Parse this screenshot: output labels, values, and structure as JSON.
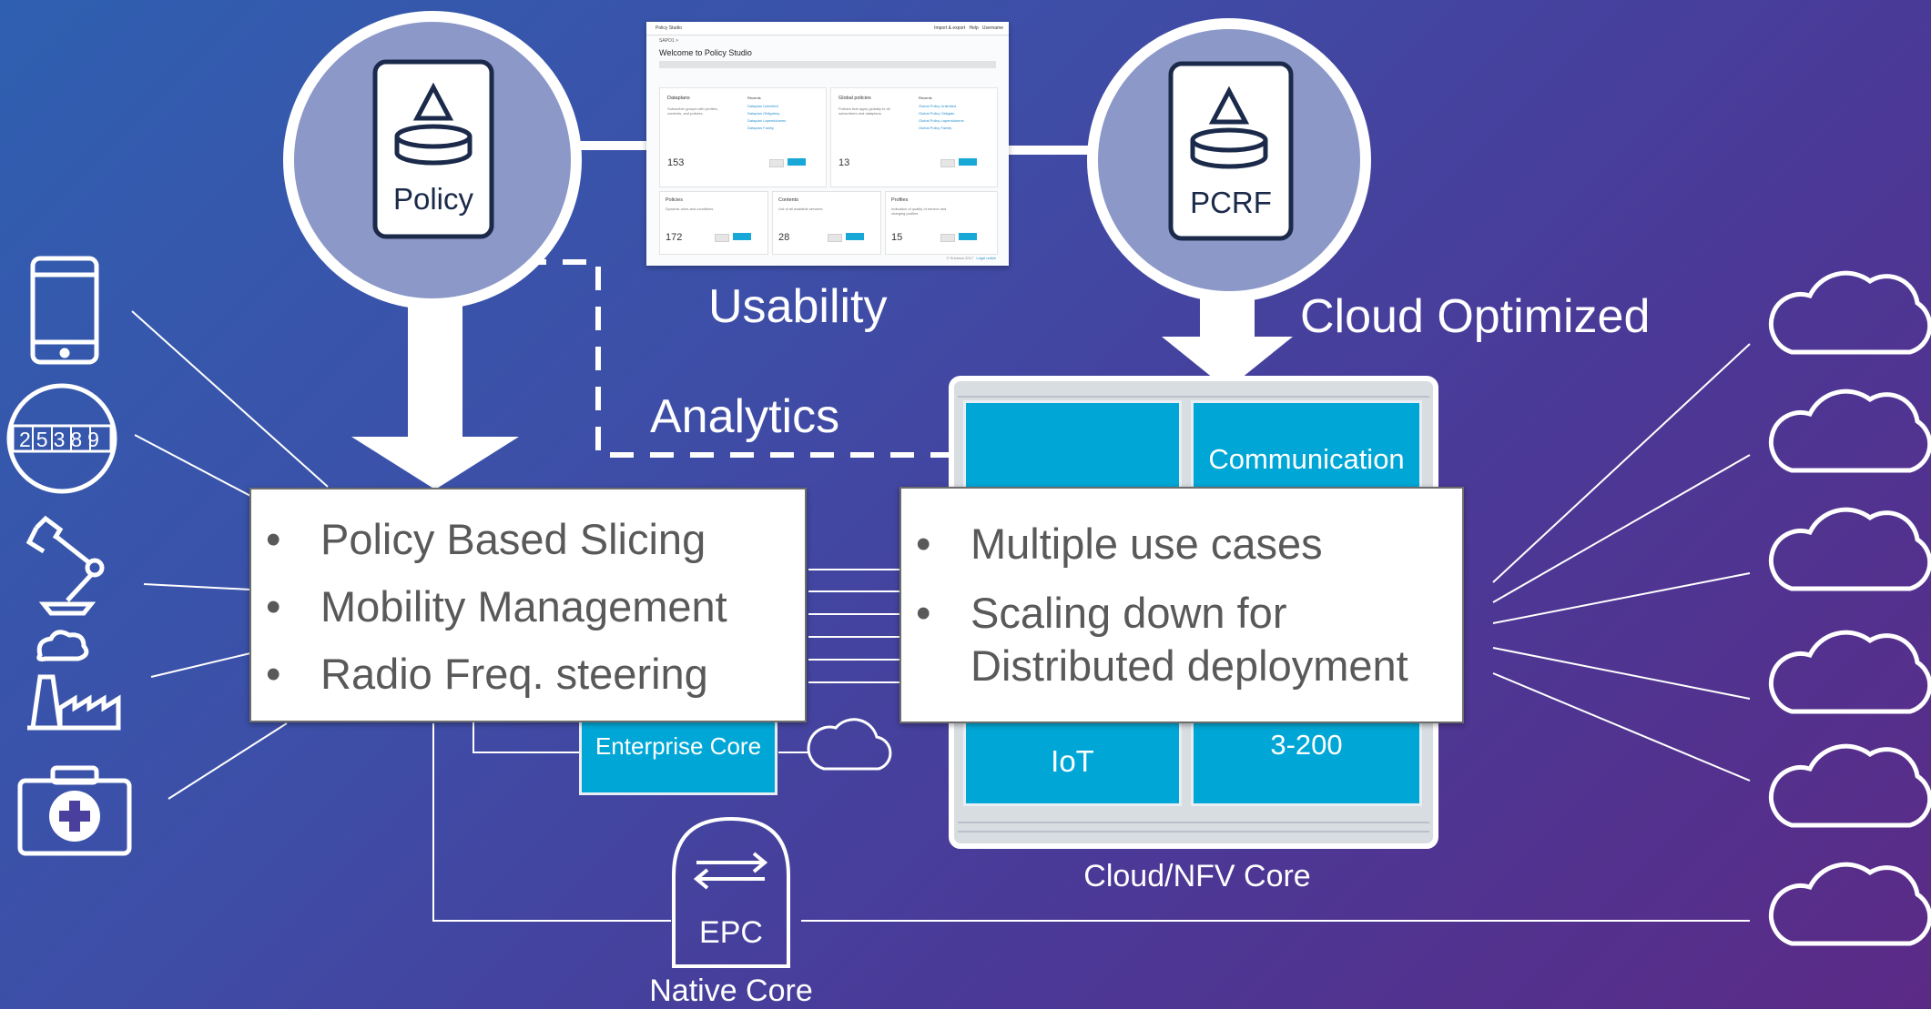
{
  "nodes": {
    "policy": "Policy",
    "pcrf": "PCRF",
    "enterprise_core": "Enterprise Core",
    "iot": "IoT",
    "communication": "Communication",
    "tile_3_200": "3-200",
    "epc": "EPC"
  },
  "labels": {
    "usability": "Usability",
    "cloud_optimized": "Cloud Optimized",
    "analytics": "Analytics",
    "cloud_nfv_core": "Cloud/NFV Core",
    "native_core": "Native Core"
  },
  "left_bullets": [
    "Policy Based Slicing",
    "Mobility Management",
    "Radio Freq. steering"
  ],
  "right_bullets": [
    "Multiple use cases",
    "Scaling down for\nDistributed deployment"
  ],
  "bullet_glyph": "•",
  "meter_digits": "25389",
  "device_icons": [
    "phone-icon",
    "meter-icon",
    "robot-arm-icon",
    "factory-icon",
    "first-aid-kit-icon"
  ],
  "policy_studio": {
    "app_name": "Policy Studio",
    "breadcrumb": "SAPO1 >",
    "menu": [
      "Import & export",
      "Help",
      "Username"
    ],
    "title": "Welcome to Policy Studio",
    "dataplans": {
      "heading": "Dataplans",
      "desc": "Subscriber groups with profiles, contents, and policies.",
      "recent_heading": "Recents",
      "recent": [
        "Dataplan Unlimited",
        "Dataplan Obligatory",
        "Dataplan Lapemiduems",
        "Dataplan Family"
      ],
      "count": "153"
    },
    "global_policies": {
      "heading": "Global policies",
      "desc": "Policies that apply globally to all subscribers and dataplans.",
      "recent_heading": "Recents",
      "recent": [
        "Global Policy Unlimited",
        "Global Policy Obligato",
        "Global Policy Lapemiduems",
        "Global Policy Family"
      ],
      "count": "13"
    },
    "policies": {
      "heading": "Policies",
      "desc": "Dynamic rules and conditions",
      "count": "172"
    },
    "contents": {
      "heading": "Contents",
      "desc": "List of all available services",
      "count": "28"
    },
    "profiles": {
      "heading": "Profiles",
      "desc": "Indication of quality of service and charging profiles",
      "count": "15"
    },
    "see_all": "See all",
    "new": "+ New",
    "footer": "© Ericsson 2017",
    "footer_link": "Legal notice"
  },
  "colors": {
    "accent_tile": "#00a7d6",
    "bullet_text": "#595959",
    "policy_circle": "#8c98c8",
    "bg_start": "#2f5fb0",
    "bg_end": "#5b2a86"
  }
}
